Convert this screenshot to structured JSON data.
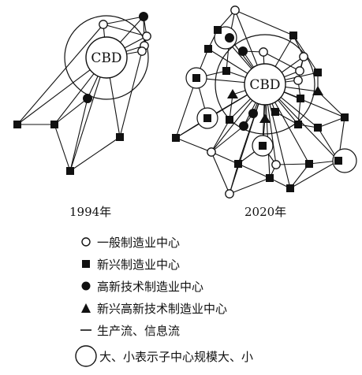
{
  "panels": [
    {
      "caption": "1994年",
      "center_label": "CBD",
      "nodes": [
        {
          "type": "general"
        },
        {
          "type": "hightech"
        },
        {
          "type": "general"
        },
        {
          "type": "general"
        },
        {
          "type": "general"
        },
        {
          "type": "hightech"
        },
        {
          "type": "emerging"
        },
        {
          "type": "emerging"
        },
        {
          "type": "emerging"
        },
        {
          "type": "emerging"
        }
      ]
    },
    {
      "caption": "2020年",
      "center_label": "CBD",
      "nodes_summary": "network of general, emerging, high-tech and emerging high-tech manufacturing sub-centers with flows to CBD"
    }
  ],
  "legend": [
    {
      "symbol": "open-circle",
      "text": "一般制造业中心"
    },
    {
      "symbol": "filled-square",
      "text": "新兴制造业中心"
    },
    {
      "symbol": "filled-circle",
      "text": "高新技术制造业中心"
    },
    {
      "symbol": "filled-triangle",
      "text": "新兴高新技术制造业中心"
    },
    {
      "symbol": "line",
      "text": "生产流、信息流"
    },
    {
      "symbol": "big-circle",
      "text": "大、小表示子中心规模大、小"
    }
  ]
}
